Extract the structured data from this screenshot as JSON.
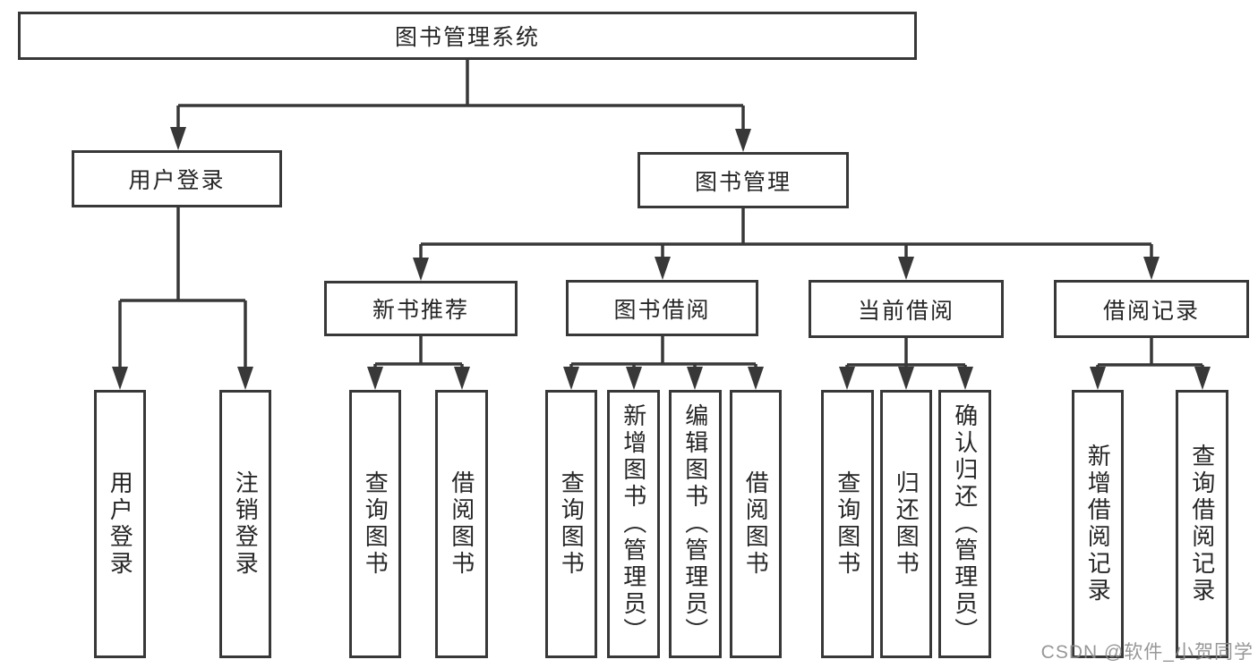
{
  "diagram": {
    "root": {
      "label": "图书管理系统"
    },
    "branches": [
      {
        "label": "用户登录",
        "children": [
          {
            "label": "用户登录"
          },
          {
            "label": "注销登录"
          }
        ]
      },
      {
        "label": "图书管理",
        "children": [
          {
            "label": "新书推荐",
            "children": [
              {
                "label": "查询图书"
              },
              {
                "label": "借阅图书"
              }
            ]
          },
          {
            "label": "图书借阅",
            "children": [
              {
                "label": "查询图书"
              },
              {
                "label": "新增图书（管理员）"
              },
              {
                "label": "编辑图书（管理员）"
              },
              {
                "label": "借阅图书"
              }
            ]
          },
          {
            "label": "当前借阅",
            "children": [
              {
                "label": "查询图书"
              },
              {
                "label": "归还图书"
              },
              {
                "label": "确认归还（管理员）"
              }
            ]
          },
          {
            "label": "借阅记录",
            "children": [
              {
                "label": "新增借阅记录"
              },
              {
                "label": "查询借阅记录"
              }
            ]
          }
        ]
      }
    ],
    "watermark": "CSDN @软件_小贺同学",
    "colors": {
      "line": "#383838",
      "text": "#262626",
      "background": "#ffffff",
      "watermark": "#8c8c8c"
    }
  }
}
